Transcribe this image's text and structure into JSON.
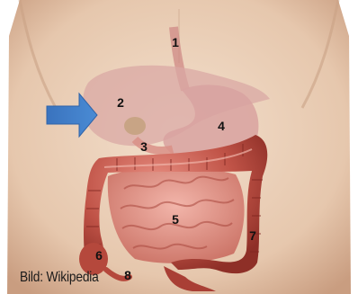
{
  "figure": {
    "labels": {
      "esophagus": "1",
      "liver": "2",
      "duodenum": "3",
      "stomach": "4",
      "small_intestine": "5",
      "cecum": "6",
      "descending_colon": "7",
      "appendix": "8"
    },
    "credit": "Bild: Wikipedia"
  },
  "colors": {
    "skin": "#e8cdb6",
    "liver_overlay": "#d9a8a4",
    "intestine": "#b84a3e",
    "arrow": "#3f7dc6"
  }
}
